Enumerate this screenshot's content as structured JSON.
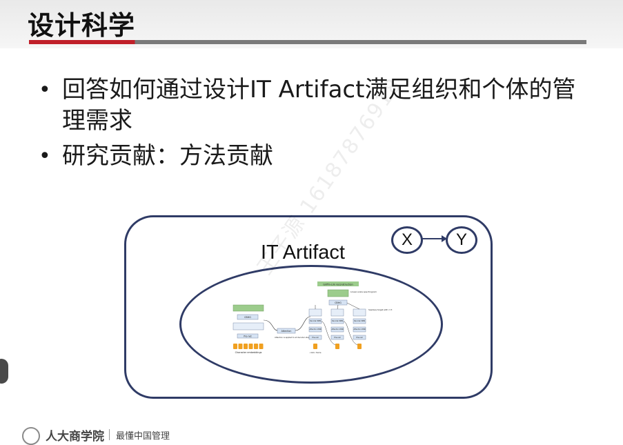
{
  "slide": {
    "title": "设计科学",
    "bullets": [
      "回答如何通过设计IT Artifact满足组织和个体的管理需求",
      "研究贡献：方法贡献"
    ],
    "bullet_symbol": "•"
  },
  "diagram": {
    "artifact_label": "IT Artifact",
    "node_x": "X",
    "node_y": "Y",
    "arch_labels": {
      "griffin": "Griffin-Lim reconstruction",
      "linear_spec": "Linear-scale spectrogram",
      "cbhg_top": "CBHG",
      "seq2seq": "Seq2seq target with r=3",
      "cbhg_left": "CBHG",
      "prenet_left": "Pre-net",
      "char_emb": "Character embeddings",
      "attention": "Attention",
      "attention_note": "Attention is applied to all decoder steps",
      "go_frame": "<GO> frame",
      "decoder_rnn": "Decoder RNN",
      "attention_rnn": "Attention RNN",
      "prenet": "Pre-net"
    }
  },
  "watermark": {
    "text": "王子源 16187876918"
  },
  "footer": {
    "school": "人大商学院",
    "slogan": "最懂中国管理"
  },
  "colors": {
    "accent_red": "#c0202a",
    "bar_gray": "#7a7a7a",
    "diagram_blue": "#2f3b66",
    "block_blue": "#d6e3f3",
    "block_green": "#9ccc8c",
    "block_orange": "#f0a020"
  }
}
